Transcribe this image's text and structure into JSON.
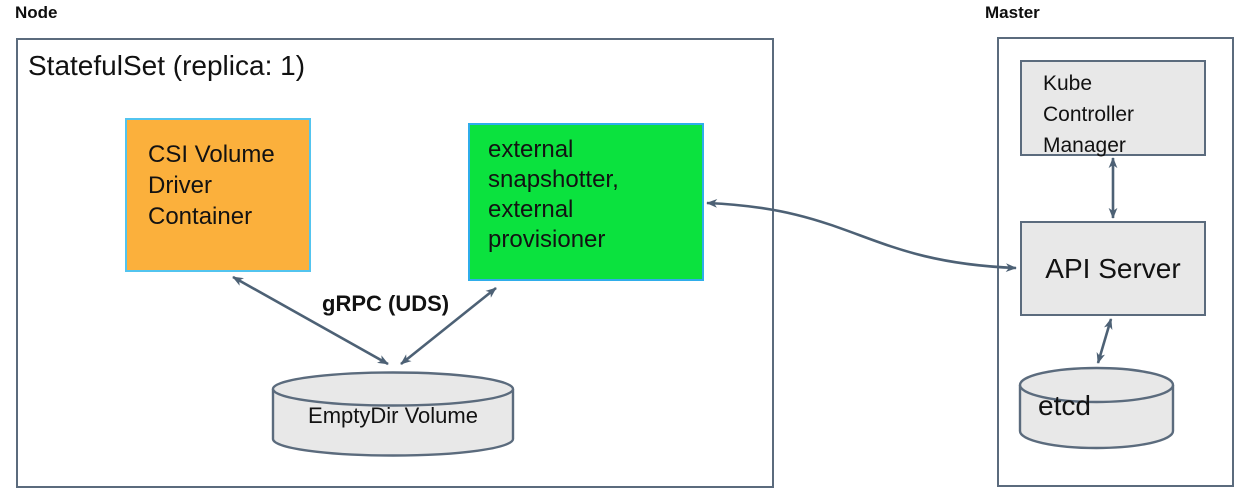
{
  "diagram": {
    "title_semantic": "Kubernetes CSI sidecar architecture",
    "node": {
      "label": "Node",
      "statefulset_title": "StatefulSet (replica: 1)",
      "csi_driver_box": "CSI Volume\nDriver\nContainer",
      "sidecar_box": "external\nsnapshotter,\nexternal\nprovisioner",
      "grpc_label": "gRPC (UDS)",
      "emptydir_label": "EmptyDir Volume"
    },
    "master": {
      "label": "Master",
      "kcm_box": "Kube\nController\nManager",
      "api_server_box": "API Server",
      "etcd_label": "etcd"
    },
    "colors": {
      "csi_fill": "#fbb03c",
      "csi_border": "#52c4ef",
      "sidecar_fill": "#0be23e",
      "sidecar_border": "#2fadea",
      "gray_fill": "#e8e8e8",
      "outline": "#5b6b7d",
      "arrow": "#4d6175",
      "text": "#121212",
      "background": "#ffffff"
    }
  }
}
